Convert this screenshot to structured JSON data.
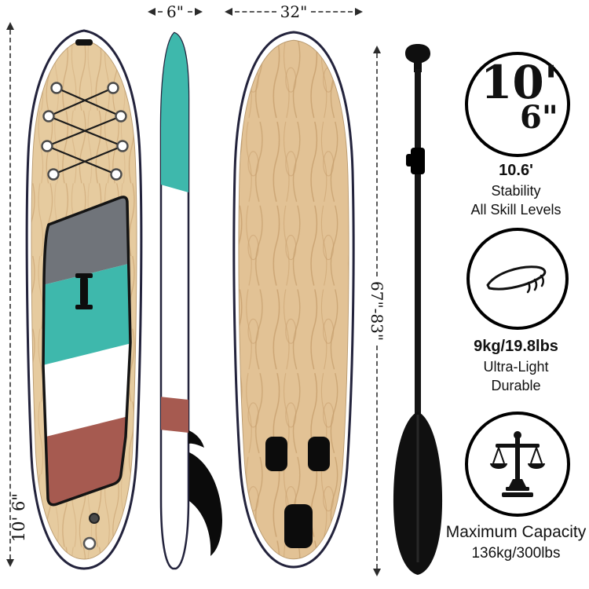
{
  "dimensions": {
    "side_width": "6\"",
    "board_width": "32\"",
    "board_length": "10' 6\"",
    "paddle_length": "67\"-83\""
  },
  "badge": {
    "feet": "10'",
    "inches": "6\""
  },
  "features": [
    {
      "title": "10.6'",
      "lines": [
        "Stability",
        "All Skill Levels"
      ]
    },
    {
      "title": "9kg/19.8lbs",
      "lines": [
        "Ultra-Light",
        "Durable"
      ]
    },
    {
      "title": "Maximum Capacity",
      "lines": [
        "136kg/300lbs"
      ]
    }
  ],
  "icons": {
    "size": "size-badge-circle",
    "lightweight": "sup-board-icon",
    "capacity": "balance-scale-icon"
  },
  "colors": {
    "teal": "#3eb8ac",
    "maroon": "#a65a50",
    "deck_gray": "#70747a",
    "wood": "#e2c295",
    "wood_grain": "#c49b69",
    "outline_navy": "#23233c",
    "black": "#111111",
    "background": "#ffffff"
  }
}
